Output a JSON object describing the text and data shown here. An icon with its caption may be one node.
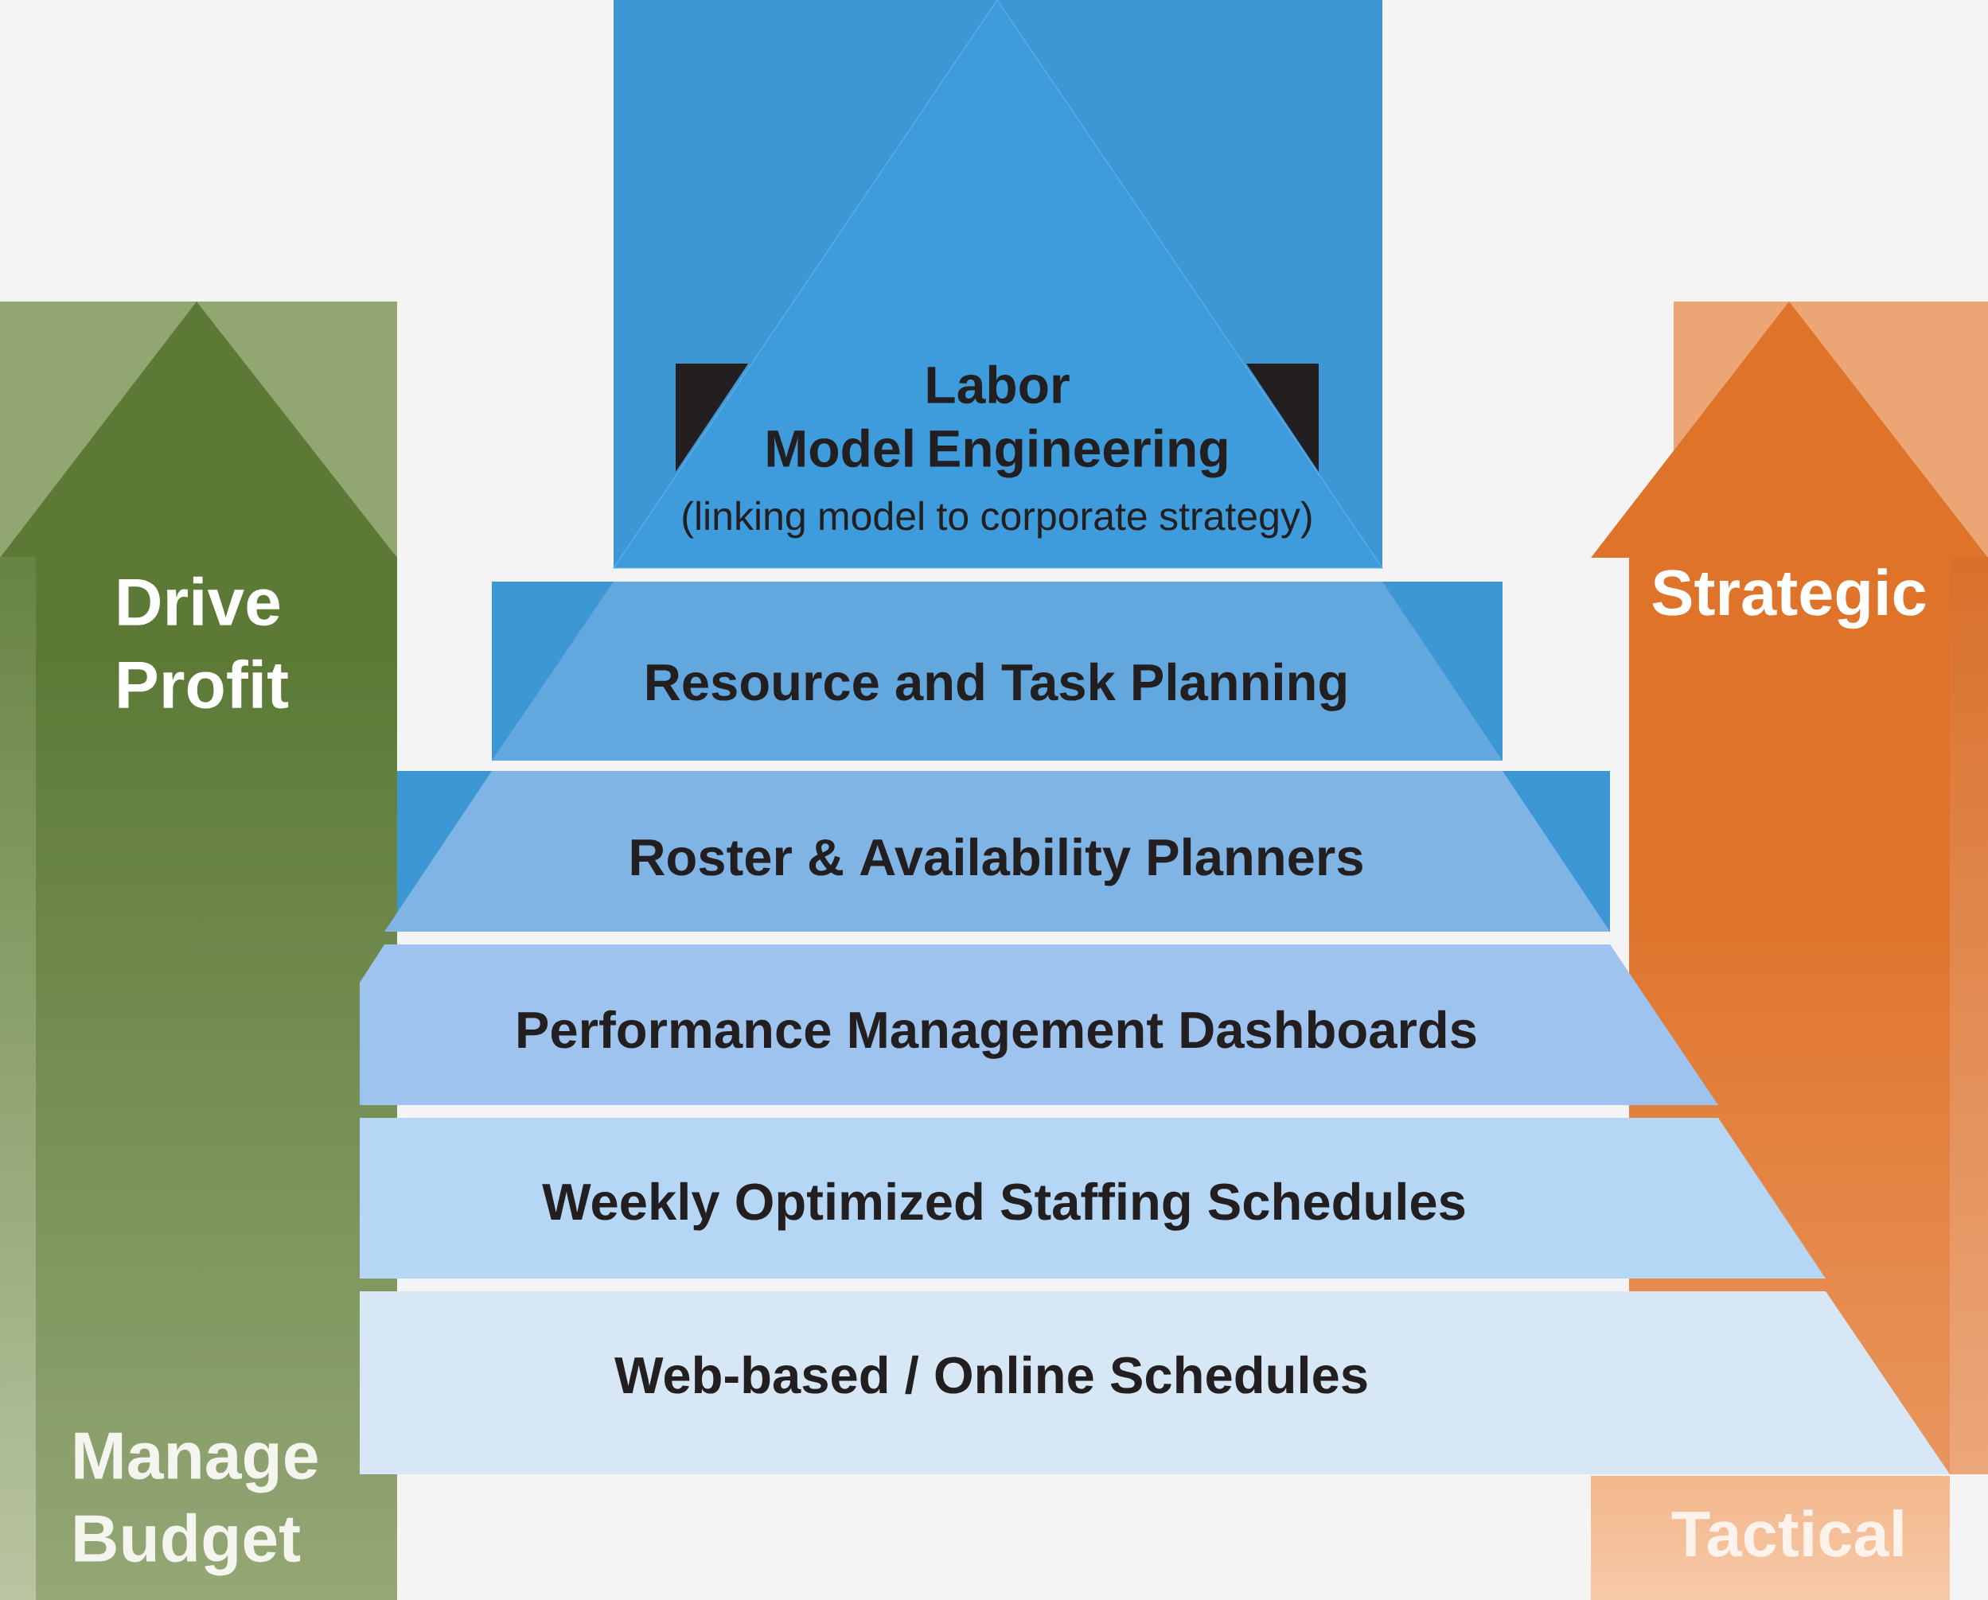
{
  "diagram": {
    "nodes": [
      {
        "text": [
          "Labor Model Engineering",
          "(linking model to corporate strategy)"
        ]
      },
      {
        "text": [
          "Resource and Task Planning"
        ]
      },
      {
        "text": [
          "Roster & Availability Planners"
        ]
      },
      {
        "text": [
          "Performance Management Dashboards"
        ]
      },
      {
        "text": [
          "Weekly Optimized Staffing Schedules"
        ]
      },
      {
        "text": [
          "Web-based / Online Schedules"
        ]
      },
      {
        "text": [
          "Drive Profit",
          "Manage Budget"
        ]
      },
      {
        "text": [
          "Strategic",
          "Tactical"
        ]
      }
    ]
  }
}
